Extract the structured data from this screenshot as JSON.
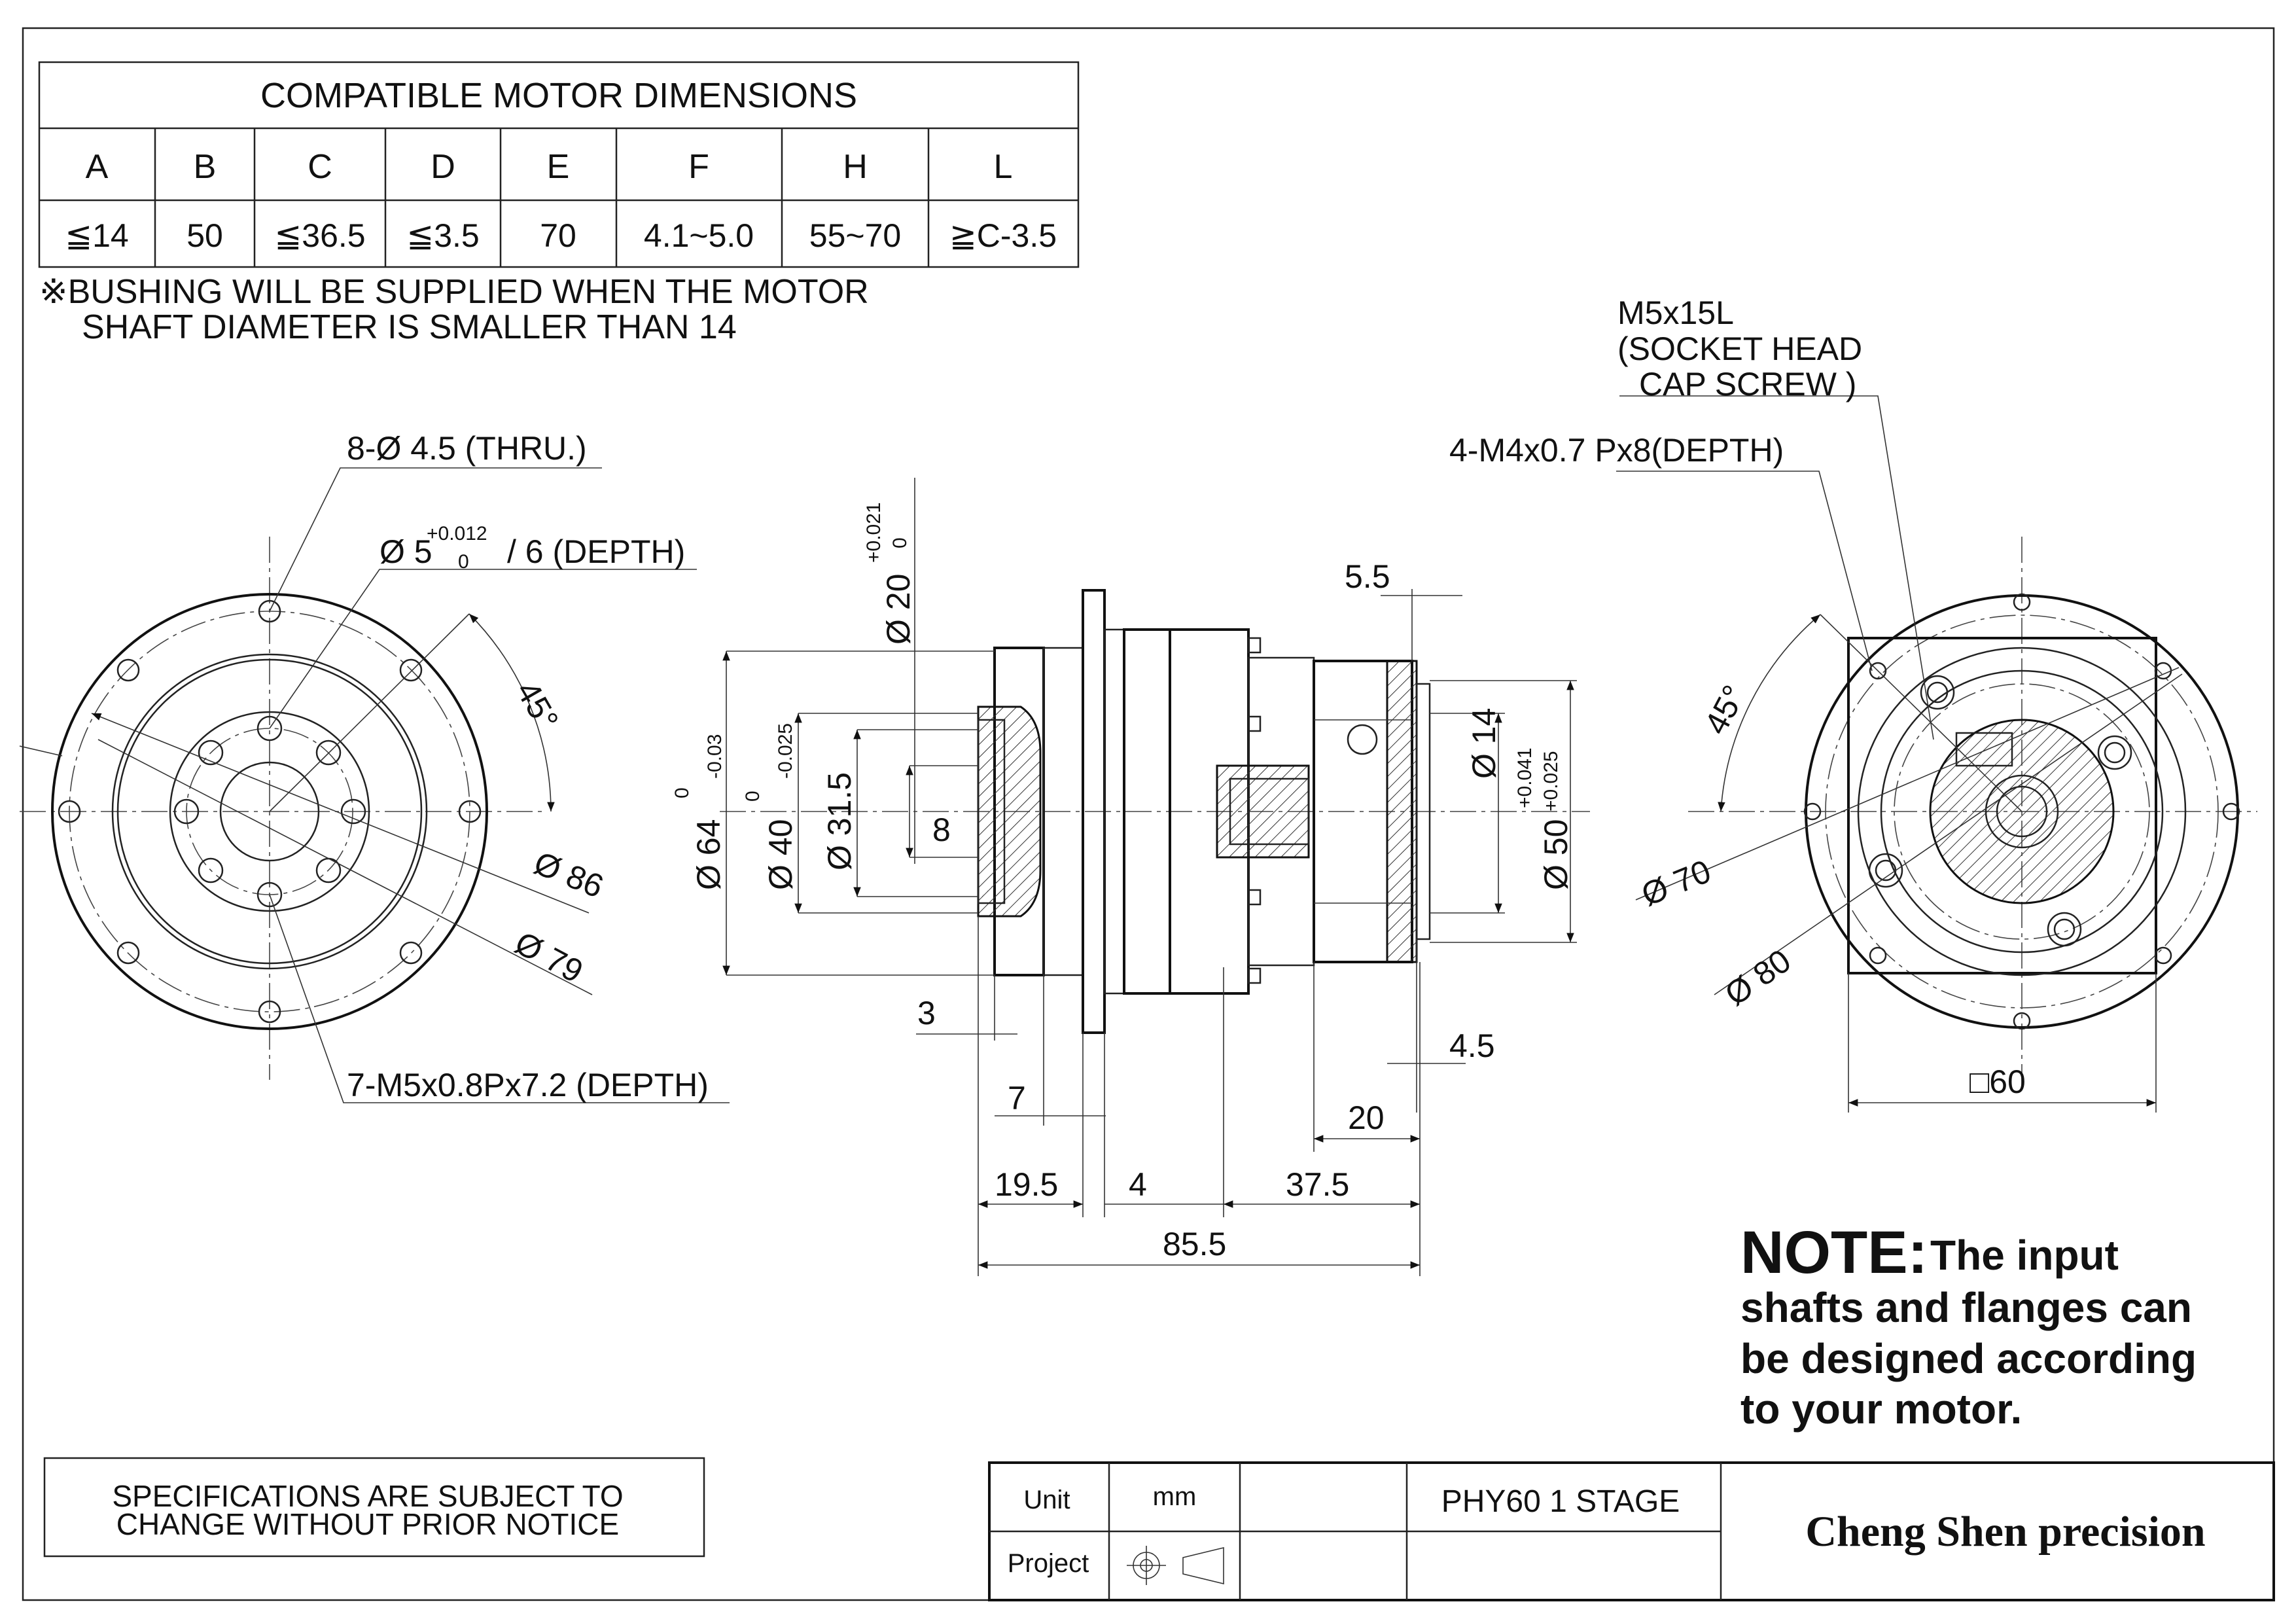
{
  "motor_table": {
    "title": "COMPATIBLE MOTOR DIMENSIONS",
    "headers": [
      "A",
      "B",
      "C",
      "D",
      "E",
      "F",
      "H",
      "L"
    ],
    "values": [
      "≦14",
      "50",
      "≦36.5",
      "≦3.5",
      "70",
      "4.1~5.0",
      "55~70",
      "≧C-3.5"
    ]
  },
  "bushing_note": {
    "line1": "※BUSHING WILL BE SUPPLIED WHEN THE MOTOR",
    "line2": "SHAFT DIAMETER IS SMALLER THAN 14"
  },
  "left_view": {
    "holes_callout": "8-Ø 4.5 (THRU.)",
    "pin_callout_main": "Ø 5",
    "pin_tol_upper": "+0.012",
    "pin_tol_lower": "0",
    "pin_callout_tail": "/ 6 (DEPTH)",
    "angle": "45°",
    "dia_outer": "Ø 86",
    "dia_pcd": "Ø 79",
    "tap_callout": "7-M5x0.8Px7.2 (DEPTH)"
  },
  "side_view": {
    "shaft_dia": "Ø 20",
    "shaft_tol_upper": "+0.021",
    "shaft_tol_lower": "0",
    "dia_64": "Ø 64",
    "dia_64_tol_upper": "0",
    "dia_64_tol_lower": "-0.03",
    "dia_40": "Ø 40",
    "dia_40_tol_upper": "0",
    "dia_40_tol_lower": "-0.025",
    "dia_31_5": "Ø 31.5",
    "key_8": "8",
    "dim_3": "3",
    "dim_7": "7",
    "dim_19_5": "19.5",
    "dim_4": "4",
    "dim_37_5": "37.5",
    "dim_85_5": "85.5",
    "dim_5_5": "5.5",
    "dim_4_5": "4.5",
    "dim_20": "20",
    "bore_14": "Ø 14",
    "bore_14_tol_upper": "+0.041",
    "bore_14_tol_lower": "+0.025",
    "dia_50": "Ø 50"
  },
  "right_view": {
    "screw_line1": "M5x15L",
    "screw_line2": "(SOCKET HEAD",
    "screw_line3": "CAP SCREW )",
    "tap_callout": "4-M4x0.7 Px8(DEPTH)",
    "angle": "45°",
    "dia_70": "Ø 70",
    "dia_80": "Ø 80",
    "square": "□60"
  },
  "note": {
    "title": "NOTE:",
    "text_first": "The input",
    "line2": "shafts and flanges can",
    "line3": "be designed according",
    "line4": "to your motor."
  },
  "spec_box": {
    "line1": "SPECIFICATIONS ARE SUBJECT  TO",
    "line2": "CHANGE WITHOUT PRIOR NOTICE"
  },
  "title_block": {
    "unit_label": "Unit",
    "unit_value": "mm",
    "model": "PHY60 1 STAGE",
    "project_label": "Project",
    "company": "Cheng Shen precision"
  }
}
